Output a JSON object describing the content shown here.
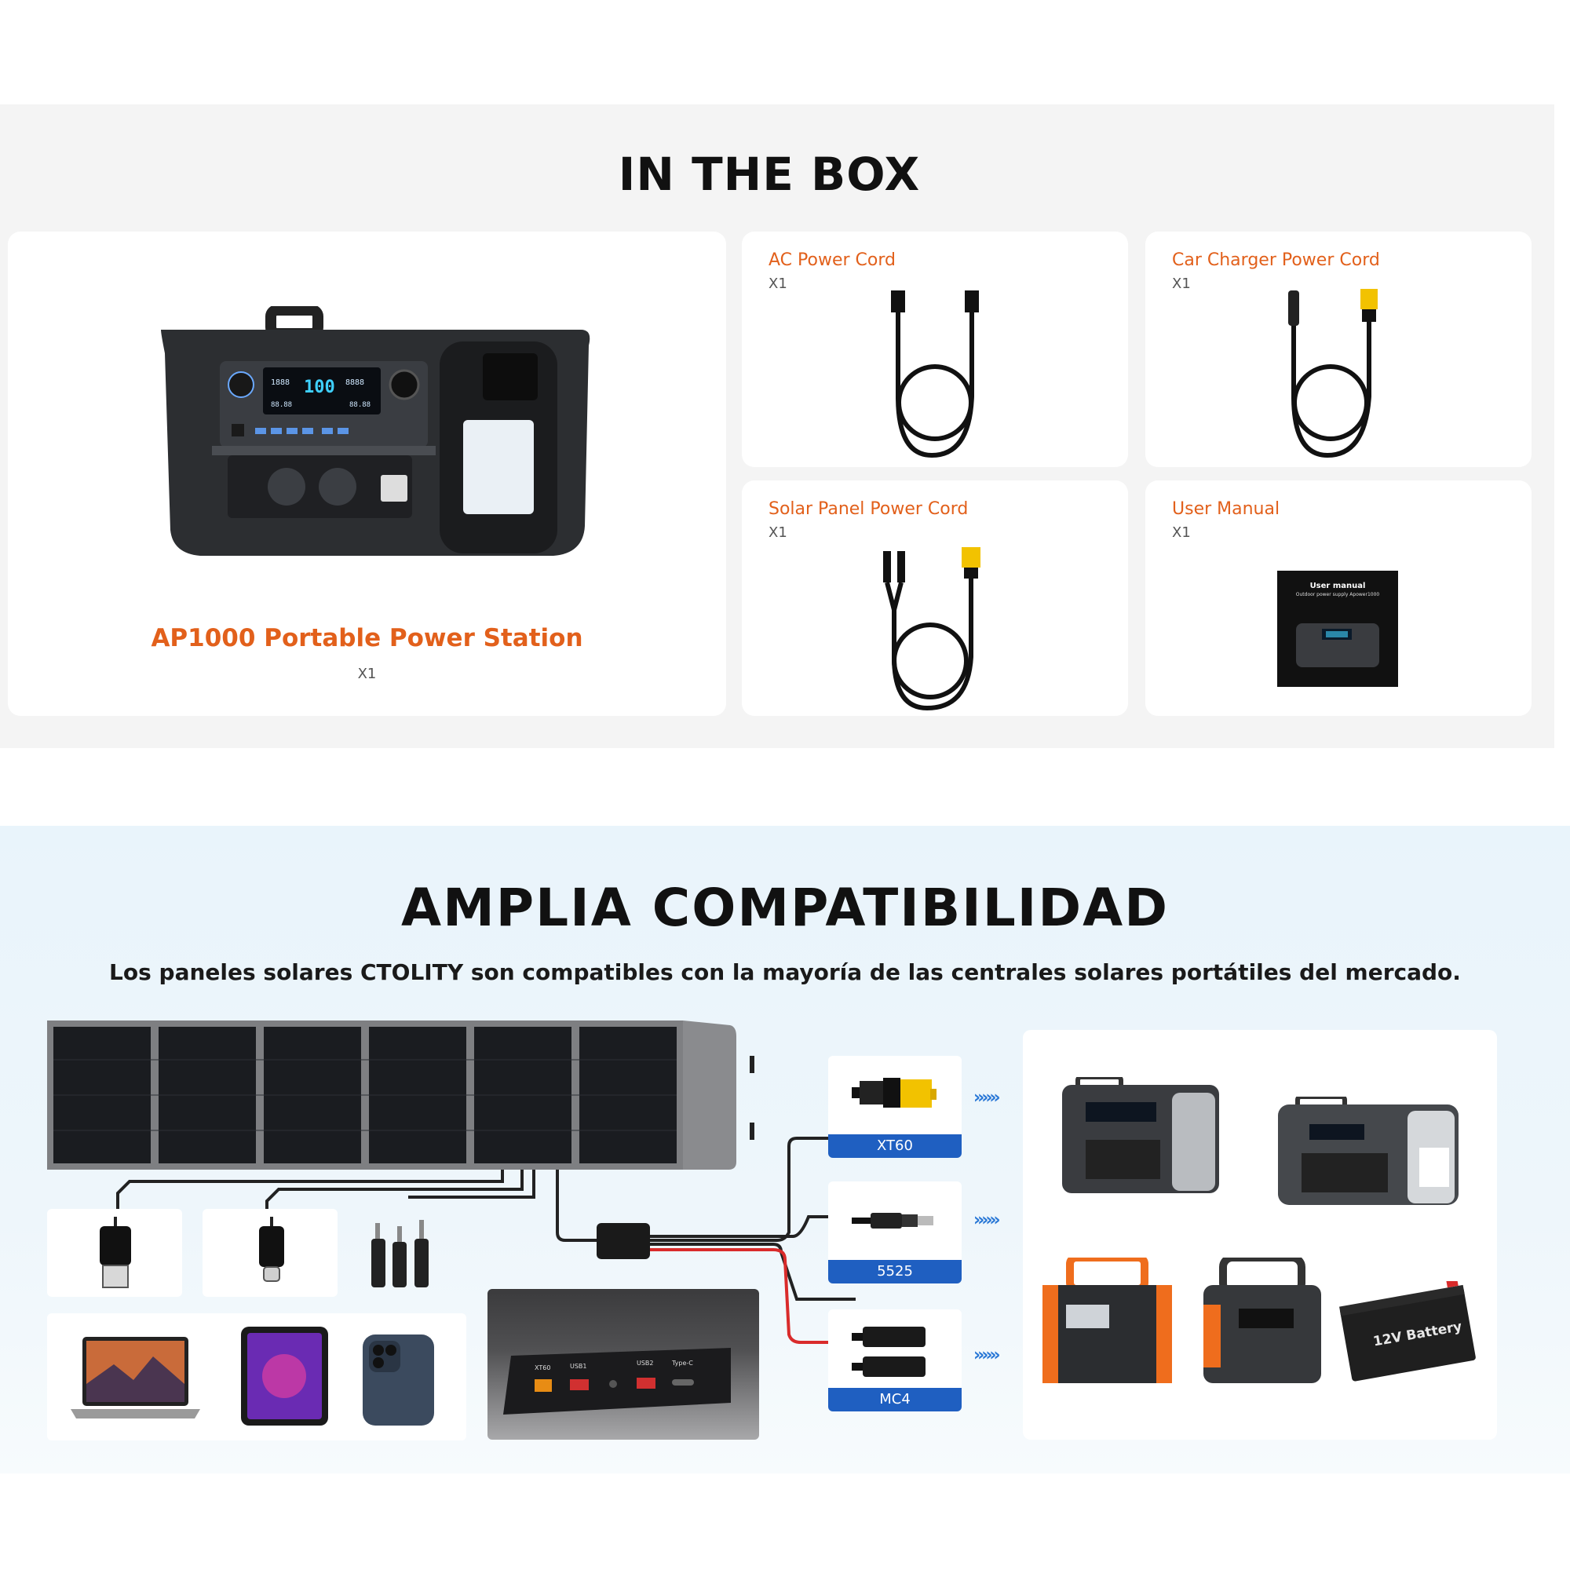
{
  "in_the_box": {
    "title": "IN THE BOX",
    "main_item": {
      "name": "AP1000 Portable Power Station",
      "qty": "X1",
      "display": {
        "left": "1888",
        "center": "100",
        "right": "8888",
        "bottom_left": "88.88",
        "bottom_right": "88.88"
      }
    },
    "items": [
      {
        "name": "AC Power Cord",
        "qty": "X1"
      },
      {
        "name": "Car Charger Power Cord",
        "qty": "X1"
      },
      {
        "name": "Solar Panel Power Cord",
        "qty": "X1"
      },
      {
        "name": "User Manual",
        "qty": "X1"
      }
    ],
    "manual_cover": {
      "title": "User manual",
      "subtitle": "Outdoor power supply Apower1000"
    }
  },
  "compatibility": {
    "title": "AMPLIA COMPATIBILIDAD",
    "subtitle": "Los paneles solares CTOLITY son compatibles con la mayoría de las centrales solares portátiles del mercado.",
    "connectors": [
      "XT60",
      "5525",
      "MC4"
    ],
    "arrows": "»»»",
    "junction_ports": [
      "XT60",
      "USB1",
      "USB2",
      "Type-C"
    ],
    "battery_label": "12V Battery",
    "colors": {
      "blue": "#1f5fc1",
      "orange": "#e2601b",
      "red_cable": "#d92b2b"
    }
  }
}
